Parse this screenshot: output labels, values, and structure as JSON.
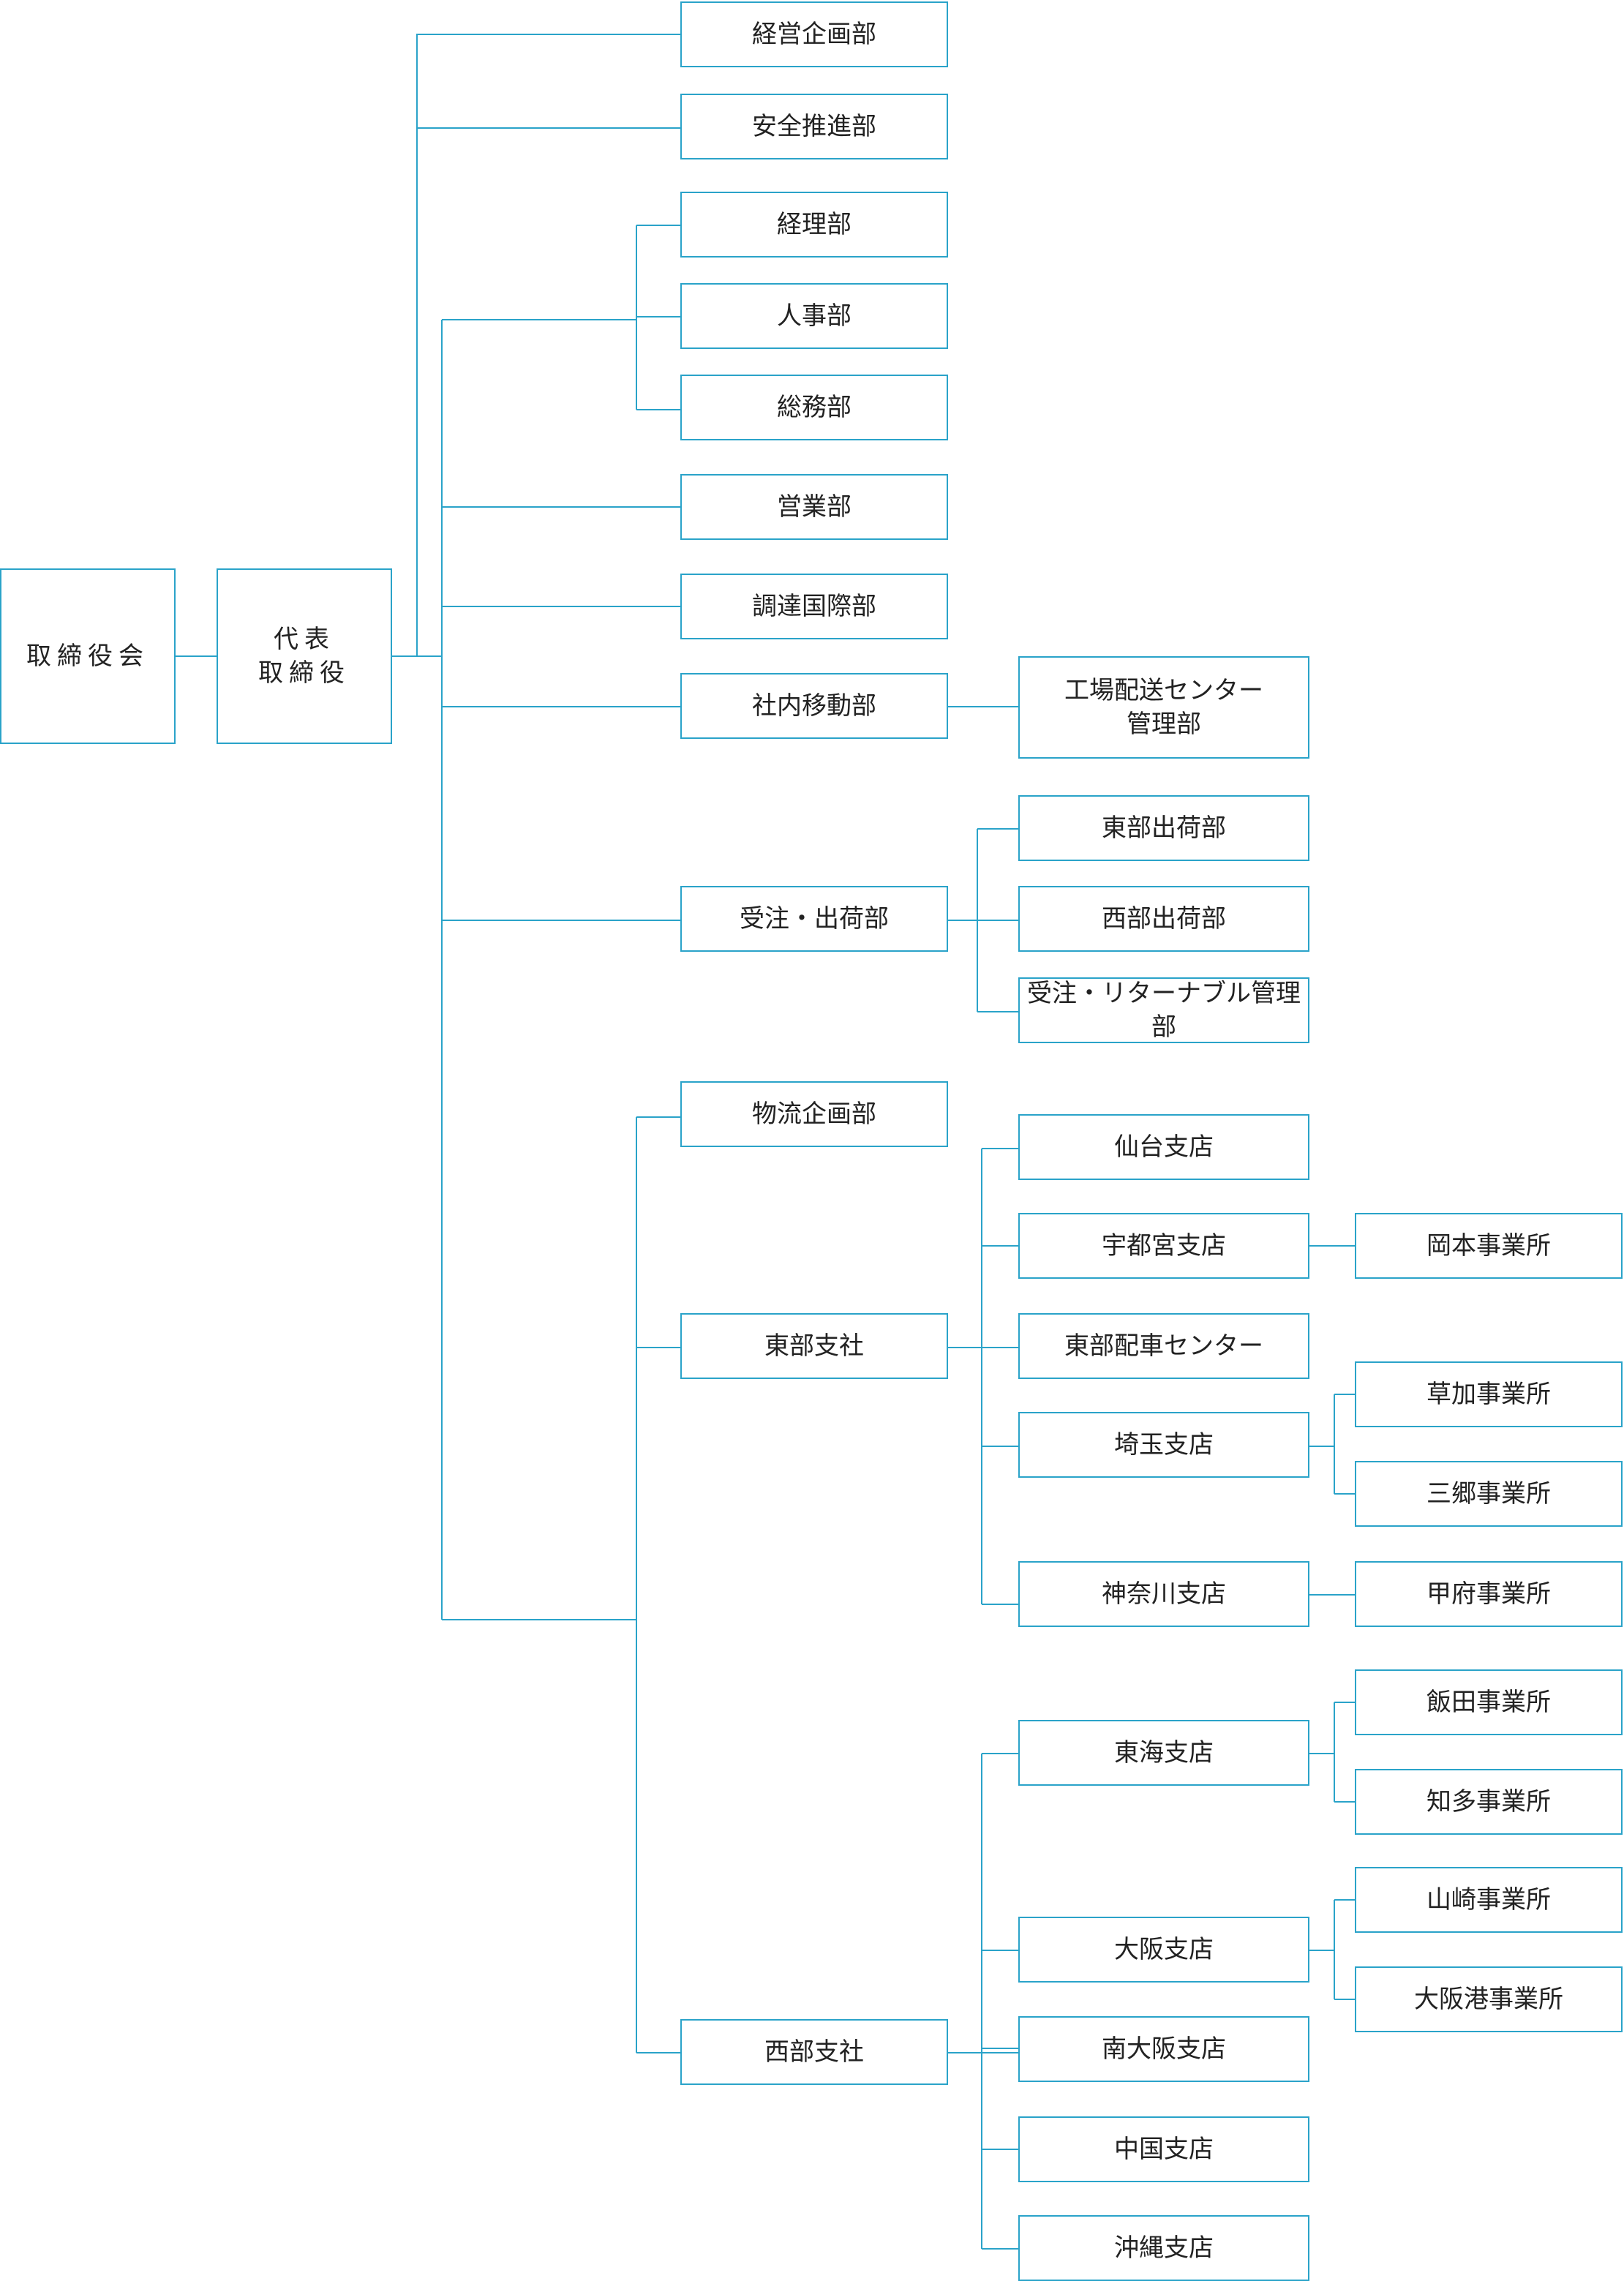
{
  "colors": {
    "line": "#2aa3c9",
    "text": "#222222",
    "background": "#ffffff"
  },
  "nodes": {
    "board": "取締役会",
    "president_line1": "代表",
    "president_line2": "取締役",
    "keiei_kikaku": "経営企画部",
    "anzen_suishin": "安全推進部",
    "keiri": "経理部",
    "jinji": "人事部",
    "somu": "総務部",
    "eigyo": "営業部",
    "chotatsu_kokusai": "調達国際部",
    "shanai_ido": "社内移動部",
    "kojo_haiso_line1": "工場配送センター",
    "kojo_haiso_line2": "管理部",
    "juchu_shukka": "受注・出荷部",
    "tobu_shukka": "東部出荷部",
    "seibu_shukka": "西部出荷部",
    "returnable": "受注・リターナブル管理部",
    "butsuryu_kikaku": "物流企画部",
    "tobu_shisha": "東部支社",
    "seibu_shisha": "西部支社",
    "sendai": "仙台支店",
    "utsunomiya": "宇都宮支店",
    "okamoto": "岡本事業所",
    "tobu_haisha": "東部配車センター",
    "saitama": "埼玉支店",
    "soka": "草加事業所",
    "misato": "三郷事業所",
    "kanagawa": "神奈川支店",
    "kofu": "甲府事業所",
    "tokai": "東海支店",
    "iida": "飯田事業所",
    "chita": "知多事業所",
    "osaka": "大阪支店",
    "yamazaki": "山崎事業所",
    "osakako": "大阪港事業所",
    "minami_osaka": "南大阪支店",
    "chugoku": "中国支店",
    "okinawa": "沖縄支店"
  }
}
